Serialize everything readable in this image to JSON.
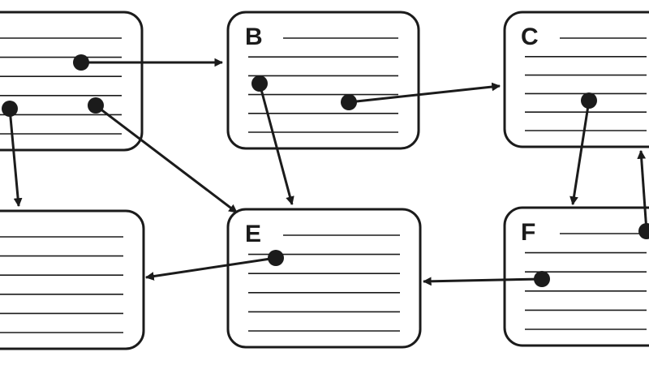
{
  "diagram": {
    "colors": {
      "ink": "#1b1b1b",
      "background": "#ffffff"
    },
    "nodes": [
      {
        "id": "A",
        "label": ""
      },
      {
        "id": "B",
        "label": "B"
      },
      {
        "id": "C",
        "label": "C"
      },
      {
        "id": "D",
        "label": ""
      },
      {
        "id": "E",
        "label": "E"
      },
      {
        "id": "F",
        "label": "F"
      }
    ],
    "edges": [
      {
        "from": "A",
        "to": "B"
      },
      {
        "from": "A",
        "to": "D"
      },
      {
        "from": "A",
        "to": "E"
      },
      {
        "from": "B",
        "to": "E"
      },
      {
        "from": "B",
        "to": "C"
      },
      {
        "from": "C",
        "to": "F"
      },
      {
        "from": "F",
        "to": "C"
      },
      {
        "from": "E",
        "to": "D"
      },
      {
        "from": "F",
        "to": "E"
      }
    ]
  }
}
